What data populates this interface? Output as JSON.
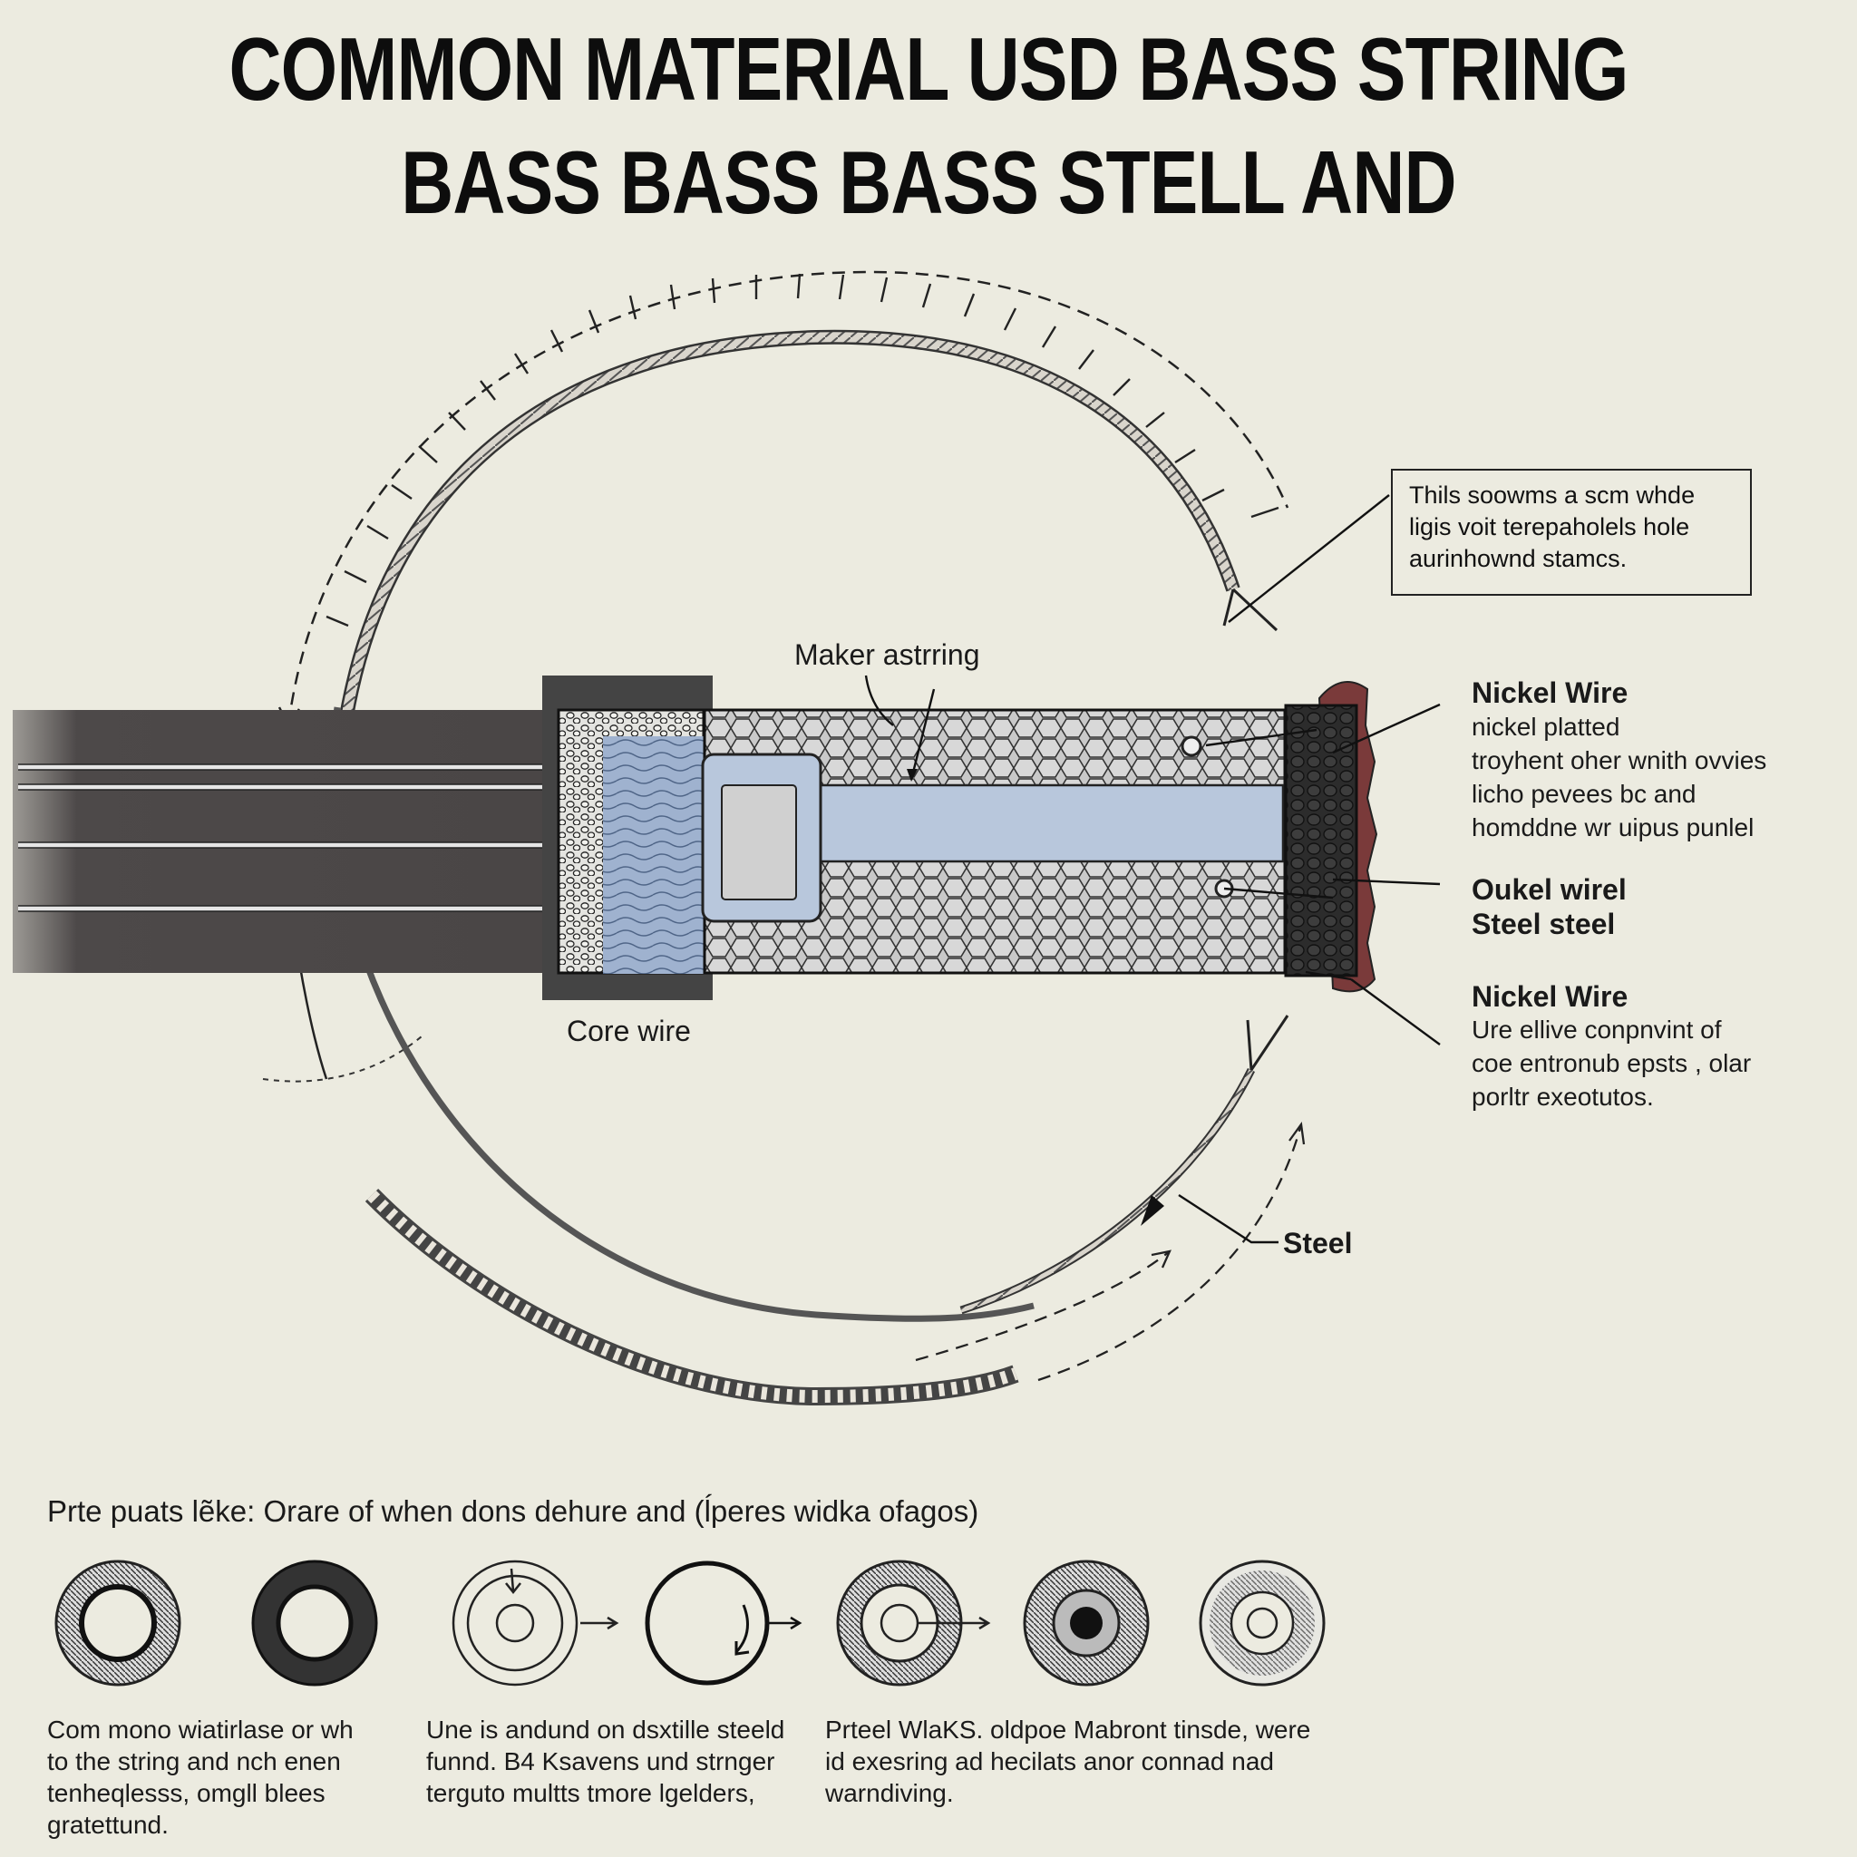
{
  "title": {
    "line1": "COMMON MATERIAL USD BASS STRING",
    "line2": "BASS BASS BASS STELL AND"
  },
  "note_box": {
    "lines": [
      "Thils soowms a scm whde",
      "ligis voit terepaholels hole",
      "aurinhownd stamcs."
    ]
  },
  "labels": {
    "maker": "Maker astrring",
    "core": "Core  wire",
    "nickel1_title": "Nickel Wire",
    "nickel1_lines": [
      "nickel platted",
      "troyhent oher wnith ovvies",
      "licho pevees bc and",
      "homddne wr uipus punlel"
    ],
    "oukel_line1": "Oukel  wirel",
    "oukel_line2": "Steel  steel",
    "nickel2_title": "Nickel Wire",
    "nickel2_lines": [
      "Ure ellive conpnvint of",
      "coe entronub epsts , olar",
      "porltr exeotutos."
    ],
    "steel": "Steel"
  },
  "bottom": {
    "heading": "Prte puats lẽke: Orare  of when dons dehure and (ĺperes widka ofagos)",
    "captions": [
      [
        "Com mono wiatirlase or wh",
        "to the string and nch enen",
        "tenheqlesss, omgll blees",
        "gratettund."
      ],
      [
        "Une is andund on dsxtille steeld",
        "funnd. B4 Ksavens und strnger",
        "terguto multts tmore lgelders,"
      ],
      [
        "Prteel WlaKS. oldpoe Mabront tinsde, were",
        "id exesring ad hecilats anor connad nad",
        "warndiving."
      ]
    ]
  },
  "colors": {
    "background": "#ecebe0",
    "ink": "#111111",
    "dark_bar": "#4a4646",
    "core_blue": "#b8c7dc",
    "wave_blue": "#8fa4c4",
    "end_cap_red": "#7a3a3a"
  }
}
